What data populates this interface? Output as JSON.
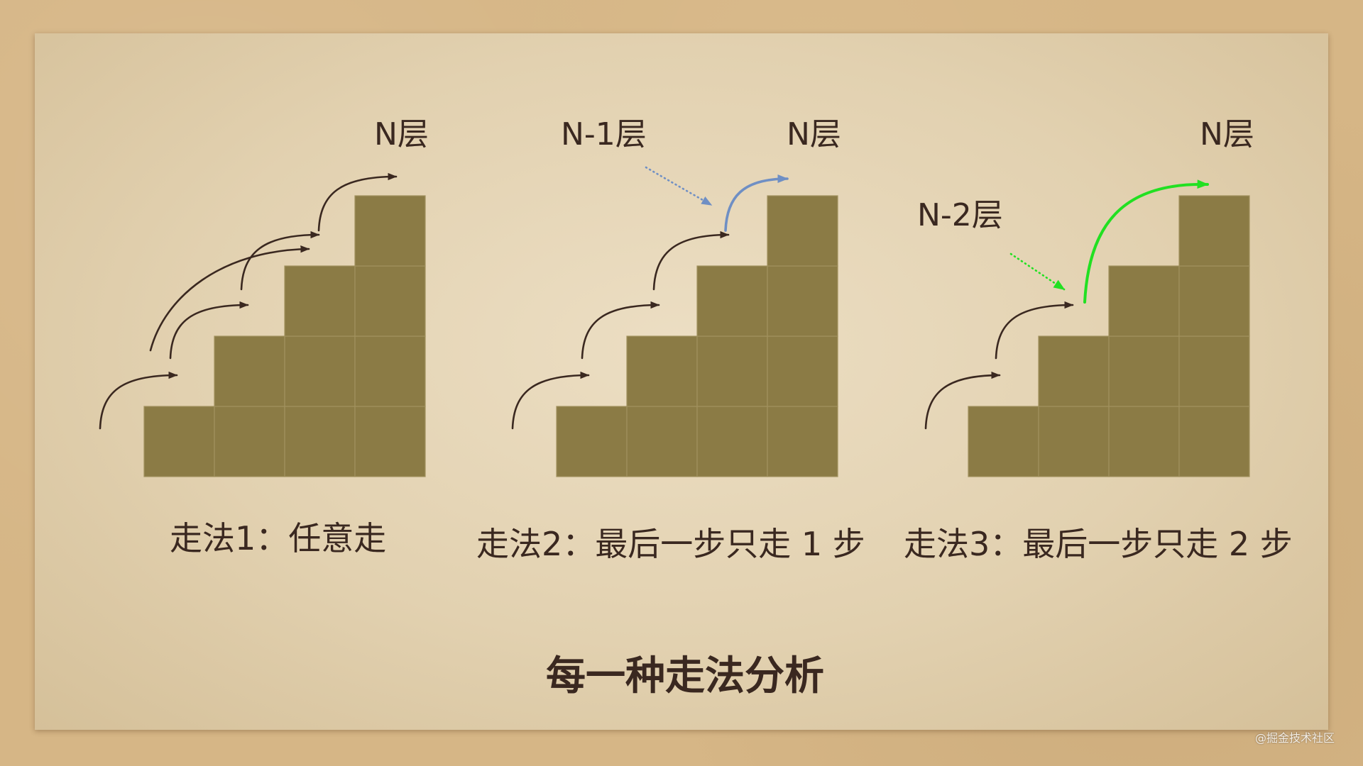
{
  "slide": {
    "title": "每一种走法分析",
    "watermark": "@掘金技术社区"
  },
  "diagrams": [
    {
      "top_label": "N层",
      "caption": "走法1：任意走"
    },
    {
      "from_label": "N-1层",
      "top_label": "N层",
      "caption": "走法2：最后一步只走 1 步"
    },
    {
      "from_label": "N-2层",
      "top_label": "N层",
      "caption": "走法3：最后一步只走 2 步"
    }
  ],
  "colors": {
    "background": "#d6b686",
    "paper": "#e2d1b0",
    "text": "#3a2820",
    "block": "#8b7b45",
    "block_line": "#a2925e",
    "arrow": "#3a2820",
    "last_one_step_arrow": "#6f8fc4",
    "last_two_steps_arrow": "#22e022"
  }
}
